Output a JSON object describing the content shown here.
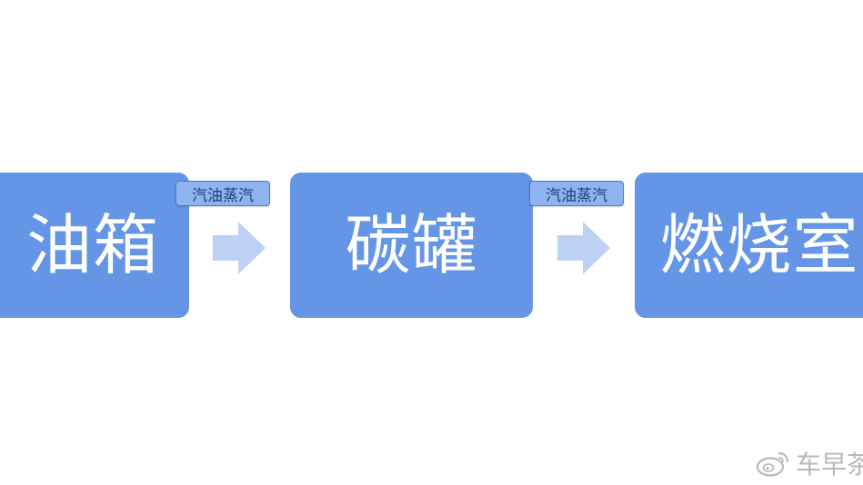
{
  "diagram": {
    "nodes": [
      {
        "id": "fuel-tank",
        "label": "油箱"
      },
      {
        "id": "canister",
        "label": "碳罐"
      },
      {
        "id": "combustion-chamber",
        "label": "燃烧室"
      }
    ],
    "edges": [
      {
        "from": "fuel-tank",
        "to": "canister",
        "label": "汽油蒸汽"
      },
      {
        "from": "canister",
        "to": "combustion-chamber",
        "label": "汽油蒸汽"
      }
    ]
  },
  "colors": {
    "node_fill": "#6495e6",
    "tag_fill": "#8fb3ef",
    "tag_border": "#4a78c9",
    "arrow_fill": "#bcd1f3",
    "watermark": "#b9b9b9"
  },
  "watermark": {
    "icon": "weibo-icon",
    "text": "车早茶"
  }
}
